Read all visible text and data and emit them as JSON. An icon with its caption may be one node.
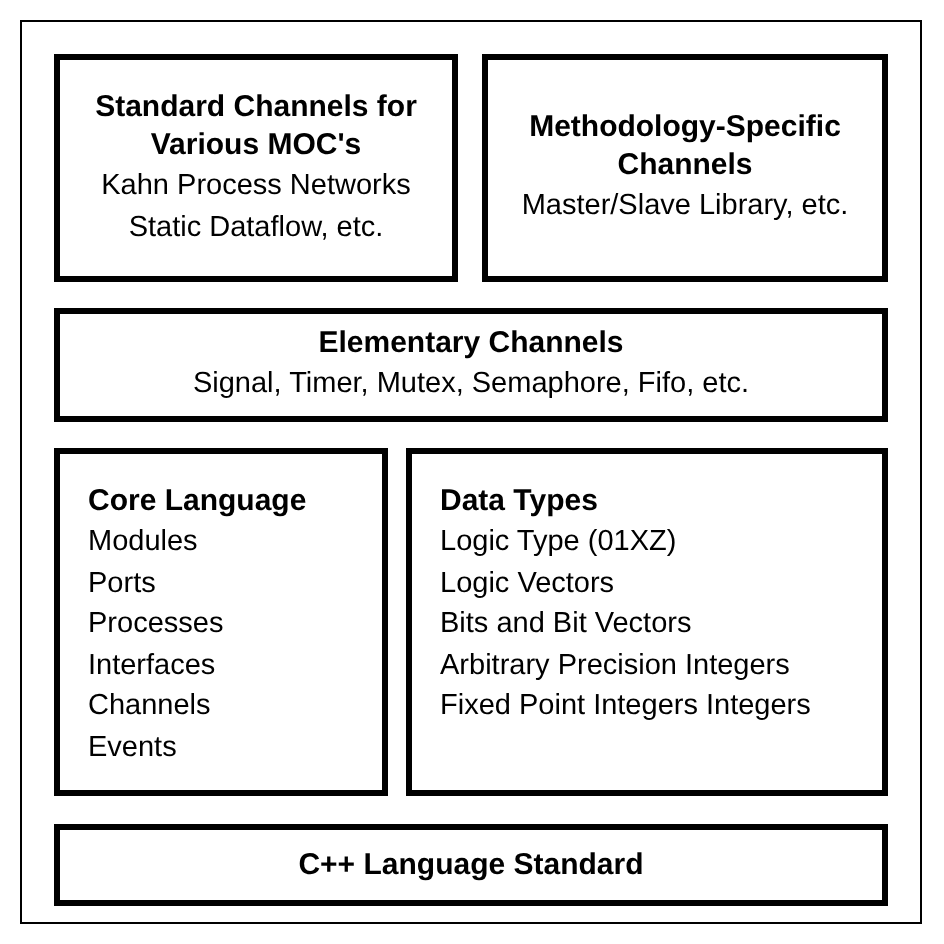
{
  "diagram": {
    "nodes": [
      {
        "text": [],
        "shape": "box"
      },
      {
        "text": [
          "Standard Channels for Various MOC's",
          "Kahn Process Networks",
          "Static Dataflow, etc."
        ],
        "in": 0
      },
      {
        "text": [
          "Methodology-Specific Channels",
          "Master/Slave Library, etc."
        ],
        "in": 0
      },
      {
        "text": [
          "Elementary Channels",
          "Signal, Timer, Mutex, Semaphore, Fifo, etc."
        ],
        "in": 0
      },
      {
        "text": [
          "Core Language",
          "Modules",
          "Ports",
          "Processes",
          "Interfaces",
          "Channels",
          "Events"
        ],
        "in": 0
      },
      {
        "text": [
          "Data Types",
          "Logic Type (01XZ)",
          "Logic Vectors",
          "Bits and Bit Vectors",
          "Arbitrary Precision Integers",
          "Fixed Point Integers Integers"
        ],
        "in": 0
      },
      {
        "text": [
          "C++ Language Standard"
        ],
        "in": 0
      }
    ]
  }
}
